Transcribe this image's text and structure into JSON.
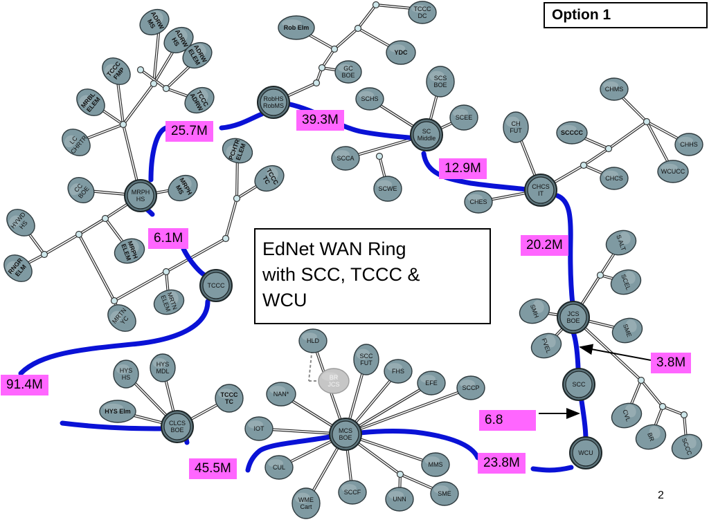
{
  "option_label": "Option 1",
  "title_lines": [
    "EdNet WAN Ring",
    "with SCC, TCCC &",
    "WCU"
  ],
  "page_number": "2",
  "colors": {
    "ring_link": "#0a12d6",
    "bandwidth_label_bg": "#ff66ff",
    "node_fill": "#7f9aa2",
    "inactive_node_fill": "#c6c6c6",
    "junction_fill": "#cfe8ec"
  },
  "bandwidth_labels": [
    {
      "id": "robhs-mrph",
      "text": "25.7M"
    },
    {
      "id": "robhs-scmiddle",
      "text": "39.3M"
    },
    {
      "id": "scmiddle-chcs",
      "text": "12.9M"
    },
    {
      "id": "chcs-jcs",
      "text": "20.2M"
    },
    {
      "id": "mrph-tccc",
      "text": "6.1M"
    },
    {
      "id": "jcs-scc",
      "text": "3.8M"
    },
    {
      "id": "tccc-clcs",
      "text": "91.4M"
    },
    {
      "id": "scc-wcu",
      "text": "6.8"
    },
    {
      "id": "clcs-mcs",
      "text": "45.5M"
    },
    {
      "id": "mcs-wcu",
      "text": "23.8M"
    }
  ],
  "hub_nodes": [
    {
      "id": "robhs",
      "lines": [
        "RobHS",
        "RobMS"
      ]
    },
    {
      "id": "scmiddle",
      "lines": [
        "SC",
        "Middle"
      ]
    },
    {
      "id": "chcs",
      "lines": [
        "CHCS",
        "IT"
      ]
    },
    {
      "id": "jcs",
      "lines": [
        "JCS",
        "BOE"
      ]
    },
    {
      "id": "scc",
      "lines": [
        "SCC"
      ]
    },
    {
      "id": "wcu",
      "lines": [
        "WCU"
      ]
    },
    {
      "id": "mcs",
      "lines": [
        "MCS",
        "BOE"
      ]
    },
    {
      "id": "clcs",
      "lines": [
        "CLCS",
        "BOE"
      ]
    },
    {
      "id": "tccc",
      "lines": [
        "TCCC"
      ]
    },
    {
      "id": "mrph",
      "lines": [
        "MRPH",
        "HS"
      ]
    }
  ],
  "site_nodes": [
    {
      "id": "tccc-dc",
      "lines": [
        "TCCC",
        "DC"
      ]
    },
    {
      "id": "rob-elm",
      "lines": [
        "Rob Elm"
      ],
      "bold": true
    },
    {
      "id": "ydc",
      "lines": [
        "YDC"
      ],
      "bold": true
    },
    {
      "id": "gc-boe",
      "lines": [
        "GC",
        "BOE"
      ]
    },
    {
      "id": "adrw-ms",
      "lines": [
        "ADRW",
        "MS"
      ],
      "bold": true
    },
    {
      "id": "adrw-hs",
      "lines": [
        "ADRW",
        "HS"
      ],
      "bold": true
    },
    {
      "id": "adrw-elem",
      "lines": [
        "ADRW",
        "ELEM"
      ],
      "bold": true
    },
    {
      "id": "tccc-adrw",
      "lines": [
        "TCCC",
        "ADRW"
      ],
      "bold": true
    },
    {
      "id": "tccc-fmp",
      "lines": [
        "TCCC",
        "FMP"
      ],
      "bold": true
    },
    {
      "id": "mrbl-elem",
      "lines": [
        "MRBL",
        "ELEM"
      ],
      "bold": true
    },
    {
      "id": "lc-chrtr",
      "lines": [
        "LC",
        "CHRTR"
      ]
    },
    {
      "id": "cc-boe",
      "lines": [
        "CC",
        "BOE"
      ]
    },
    {
      "id": "mrph-ms",
      "lines": [
        "MRPH",
        "MS"
      ],
      "bold": true
    },
    {
      "id": "pchtr-elem",
      "lines": [
        "PCHTR",
        "ELEM"
      ],
      "bold": true
    },
    {
      "id": "tccc-tc-top",
      "lines": [
        "TCCC",
        "TC"
      ],
      "bold": true
    },
    {
      "id": "hywd-hs",
      "lines": [
        "HYWD",
        "HS"
      ]
    },
    {
      "id": "rngr-elem",
      "lines": [
        "RNGR",
        "ELM"
      ],
      "bold": true
    },
    {
      "id": "mrph-elem",
      "lines": [
        "MRPH",
        "ELEM"
      ],
      "bold": true
    },
    {
      "id": "mrtn-elem",
      "lines": [
        "MRTN",
        "ELEM"
      ]
    },
    {
      "id": "mrtn-yc",
      "lines": [
        "MRTN",
        "YC"
      ]
    },
    {
      "id": "schs",
      "lines": [
        "SCHS"
      ]
    },
    {
      "id": "scs-boe",
      "lines": [
        "SCS",
        "BOE"
      ]
    },
    {
      "id": "scee",
      "lines": [
        "SCEE"
      ]
    },
    {
      "id": "scca",
      "lines": [
        "SCCA"
      ]
    },
    {
      "id": "scwe",
      "lines": [
        "SCWE"
      ]
    },
    {
      "id": "chms",
      "lines": [
        "CHMS"
      ]
    },
    {
      "id": "ch-fut",
      "lines": [
        "CH",
        "FUT"
      ]
    },
    {
      "id": "scccc",
      "lines": [
        "SCCCC"
      ],
      "bold": true
    },
    {
      "id": "chhs",
      "lines": [
        "CHHS"
      ]
    },
    {
      "id": "wcucc",
      "lines": [
        "WCUCC"
      ]
    },
    {
      "id": "chcs-small",
      "lines": [
        "CHCS"
      ]
    },
    {
      "id": "ches",
      "lines": [
        "CHES"
      ]
    },
    {
      "id": "s-alt",
      "lines": [
        "S ALT"
      ]
    },
    {
      "id": "scel",
      "lines": [
        "SCEL"
      ]
    },
    {
      "id": "smh",
      "lines": [
        "SMH"
      ]
    },
    {
      "id": "sme-right",
      "lines": [
        "SME"
      ]
    },
    {
      "id": "fvel",
      "lines": [
        "FVEL"
      ]
    },
    {
      "id": "cvl",
      "lines": [
        "CVL"
      ]
    },
    {
      "id": "br",
      "lines": [
        "BR"
      ]
    },
    {
      "id": "sccc",
      "lines": [
        "SCCC"
      ]
    },
    {
      "id": "hld",
      "lines": [
        "HLD"
      ]
    },
    {
      "id": "br-jcs",
      "lines": [
        "BR",
        "JCS"
      ],
      "inactive": true
    },
    {
      "id": "scc-fut",
      "lines": [
        "SCC",
        "FUT"
      ]
    },
    {
      "id": "fhs",
      "lines": [
        "FHS"
      ]
    },
    {
      "id": "efe",
      "lines": [
        "EFE"
      ]
    },
    {
      "id": "sccp",
      "lines": [
        "SCCP"
      ]
    },
    {
      "id": "nan",
      "lines": [
        "NAN*"
      ]
    },
    {
      "id": "iot",
      "lines": [
        "IOT"
      ]
    },
    {
      "id": "cul",
      "lines": [
        "CUL"
      ]
    },
    {
      "id": "wme-cart",
      "lines": [
        "WME",
        "Cart"
      ]
    },
    {
      "id": "sccf",
      "lines": [
        "SCCF"
      ]
    },
    {
      "id": "unn",
      "lines": [
        "UNN"
      ]
    },
    {
      "id": "sme-bottom",
      "lines": [
        "SME"
      ]
    },
    {
      "id": "mms",
      "lines": [
        "MMS"
      ]
    },
    {
      "id": "hys-hs",
      "lines": [
        "HYS",
        "HS"
      ]
    },
    {
      "id": "hys-mdl",
      "lines": [
        "HYS",
        "MDL"
      ]
    },
    {
      "id": "tccc-tc-bottom",
      "lines": [
        "TCCC",
        "TC"
      ],
      "bold": true
    },
    {
      "id": "hys-elm",
      "lines": [
        "HYS Elm"
      ],
      "bold": true
    }
  ]
}
